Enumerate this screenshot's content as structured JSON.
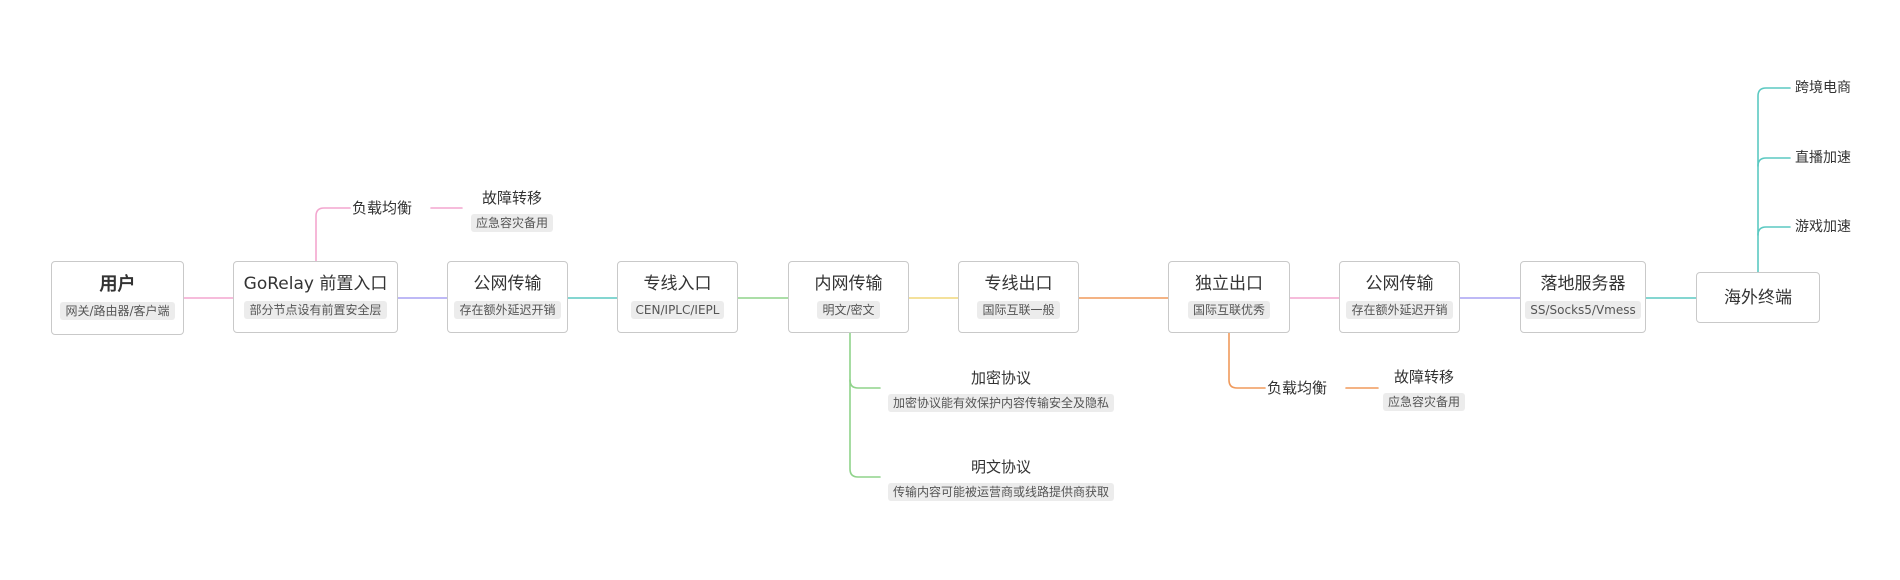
{
  "colors": {
    "pink": "#f3a6cf",
    "purple": "#a9a2f3",
    "teal": "#5bc9c2",
    "green": "#8fd38a",
    "yellow": "#f1d77a",
    "orange": "#f09a5c",
    "border": "#c9c9c9",
    "tag_bg": "#ececec"
  },
  "main_flow": [
    {
      "title": "用户",
      "tag": "网关/路由器/客户端"
    },
    {
      "title": "GoRelay 前置入口",
      "tag": "部分节点设有前置安全层"
    },
    {
      "title": "公网传输",
      "tag": "存在额外延迟开销"
    },
    {
      "title": "专线入口",
      "tag": "CEN/IPLC/IEPL"
    },
    {
      "title": "内网传输",
      "tag": "明文/密文"
    },
    {
      "title": "专线出口",
      "tag": "国际互联一般"
    },
    {
      "title": "独立出口",
      "tag": "国际互联优秀"
    },
    {
      "title": "公网传输",
      "tag": "存在额外延迟开销"
    },
    {
      "title": "落地服务器",
      "tag": "SS/Socks5/Vmess"
    },
    {
      "title": "海外终端"
    }
  ],
  "front_branch": {
    "load_balance": "负载均衡",
    "failover": {
      "title": "故障转移",
      "tag": "应急容灾备用"
    }
  },
  "transport_branches": [
    {
      "title": "加密协议",
      "tag": "加密协议能有效保护内容传输安全及隐私"
    },
    {
      "title": "明文协议",
      "tag": "传输内容可能被运营商或线路提供商获取"
    }
  ],
  "exit_branch": {
    "load_balance": "负载均衡",
    "failover": {
      "title": "故障转移",
      "tag": "应急容灾备用"
    }
  },
  "terminal_leaves": [
    "跨境电商",
    "直播加速",
    "游戏加速"
  ]
}
